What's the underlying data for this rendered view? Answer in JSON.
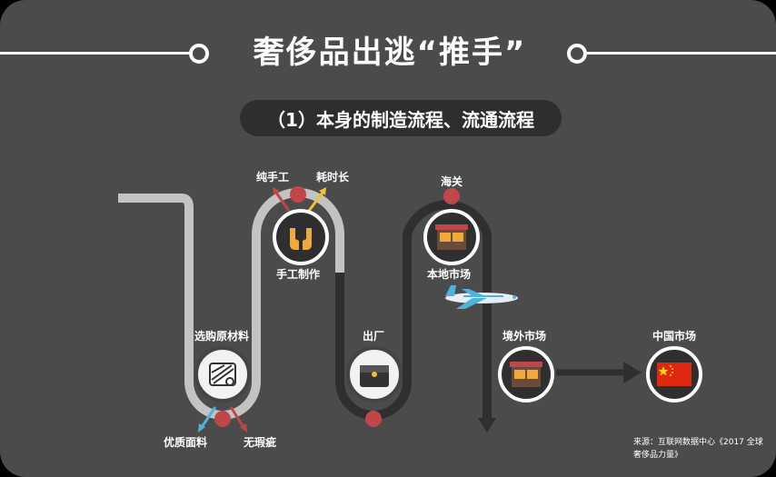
{
  "header": {
    "title": "奢侈品出逃“推手”",
    "subtitle": "（1）本身的制造流程、流通流程"
  },
  "labels": {
    "handmade": "纯手工",
    "time_consuming": "耗时长",
    "manual_production": "手工制作",
    "customs": "海关",
    "local_market": "本地市场",
    "select_materials": "选购原材料",
    "quality_fabric": "优质面料",
    "flawless": "无瑕疵",
    "leave_factory": "出厂",
    "overseas_market": "境外市场",
    "china_market": "中国市场"
  },
  "source": {
    "text": "来源：互联网数据中心《2017 全球奢侈品力量》"
  },
  "colors": {
    "background": "#4b4b4b",
    "accent_red": "#c0464a",
    "accent_blue": "#4fb3d9",
    "accent_yellow": "#f2c12e",
    "light_track": "#bdbdbd",
    "dark_track": "#2e2e2e"
  },
  "icons": [
    "scissors-fabric-icon",
    "hands-icon",
    "briefcase-icon",
    "storefront-icon",
    "airplane-icon",
    "china-flag-icon"
  ]
}
